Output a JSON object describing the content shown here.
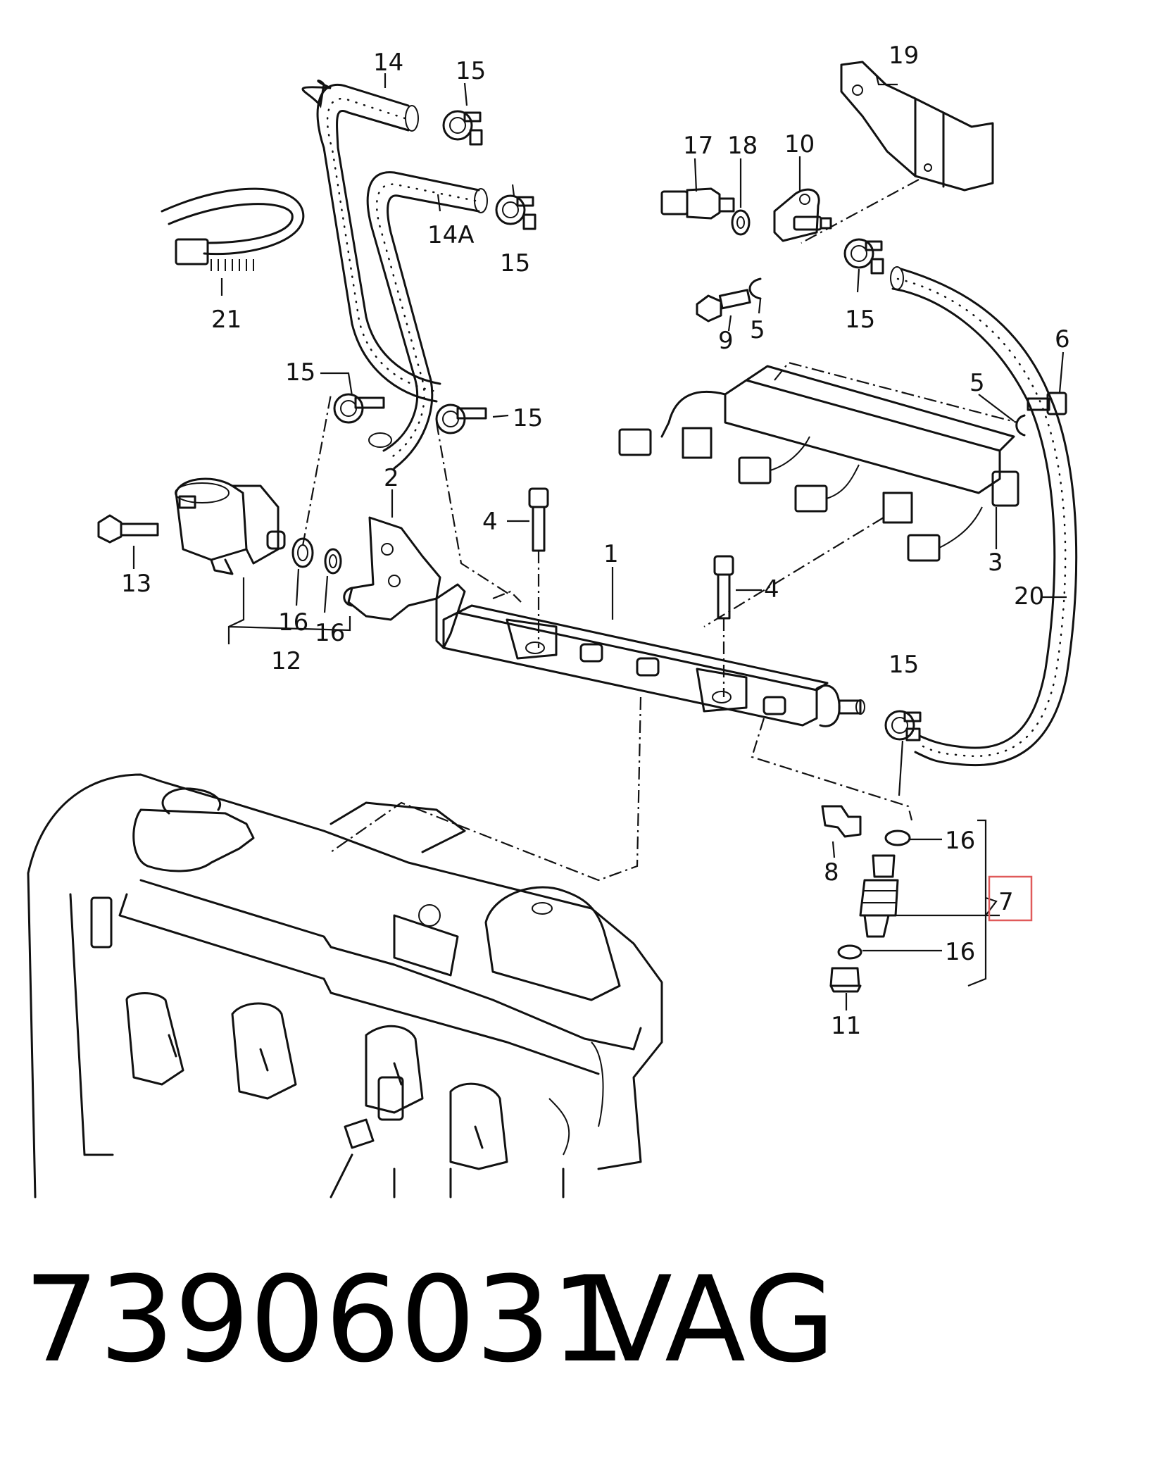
{
  "diagram": {
    "callouts": {
      "c1": "1",
      "c2": "2",
      "c3": "3",
      "c4a": "4",
      "c4b": "4",
      "c5a": "5",
      "c5b": "5",
      "c6": "6",
      "c7": "7",
      "c8": "8",
      "c9": "9",
      "c10": "10",
      "c11": "11",
      "c12": "12",
      "c13": "13",
      "c14": "14",
      "c14a": "14A",
      "c15a": "15",
      "c15b": "15",
      "c15c": "15",
      "c15d": "15",
      "c15e": "15",
      "c15f": "15",
      "c16a": "16",
      "c16b": "16",
      "c16c": "16",
      "c16d": "16",
      "c17": "17",
      "c18": "18",
      "c19": "19",
      "c20": "20",
      "c21": "21"
    },
    "highlight_color": "#e05a5a"
  },
  "footer": {
    "part_number": "73906031",
    "brand": "VAG"
  }
}
